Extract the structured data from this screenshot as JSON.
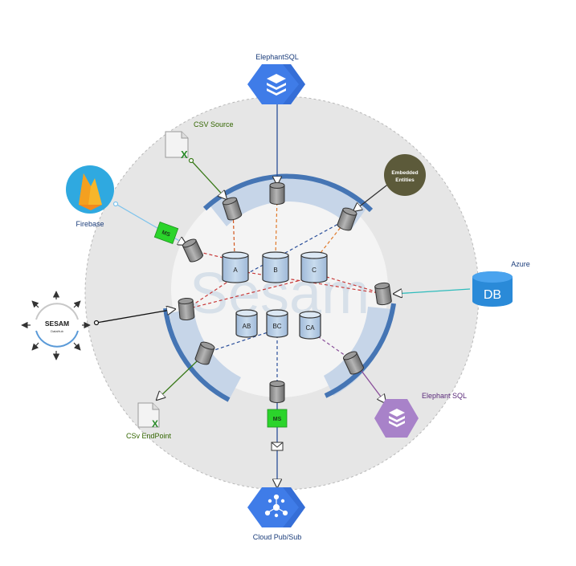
{
  "watermark": "Sesam",
  "nodes": {
    "elephantsql_top": {
      "label": "ElephantSQL",
      "icon": "elephantsql-hexagon-icon",
      "color": "#3f7ce8"
    },
    "csv_source": {
      "label": "CSV Source",
      "icon": "csv-file-icon"
    },
    "embedded": {
      "label_line1": "Embedded",
      "label_line2": "Entities",
      "color": "#5c5a3a"
    },
    "firebase": {
      "label": "Firebase",
      "icon": "firebase-flame-icon",
      "color": "#2fa9e0"
    },
    "ms_left": {
      "label": "MS",
      "color": "#2bd42b"
    },
    "azure": {
      "label": "Azure",
      "icon_text": "DB",
      "color": "#2a8ad8"
    },
    "sesam_datahub": {
      "logo_text": "SESAM",
      "logo_sub": "DataHub"
    },
    "csv_endpoint": {
      "label": "CSv EndPoint",
      "icon": "csv-file-icon"
    },
    "elephantsql_bottom": {
      "label": "Elephant SQL",
      "icon": "elephantsql-hexagon-icon",
      "color": "#a882c9"
    },
    "ms_bottom": {
      "label": "MS",
      "color": "#2bd42b"
    },
    "cloud_pubsub": {
      "label": "Cloud Pub/Sub",
      "icon": "pubsub-hexagon-icon",
      "color": "#3f7ce8"
    }
  },
  "datasets": [
    "A",
    "B",
    "C",
    "AB",
    "BC",
    "CA"
  ],
  "colors": {
    "outer_ring": "#e6e6e6",
    "inner_disc": "#f4f4f4",
    "arc_dark": "#4575b4",
    "arc_light": "#c6d5e8",
    "label_green": "#336600",
    "label_blue": "#1a3c7a"
  }
}
